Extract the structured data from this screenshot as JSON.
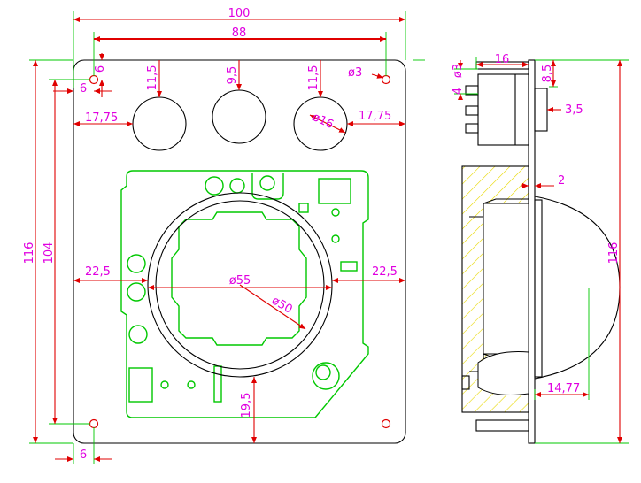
{
  "front_view": {
    "dim_width_100": "100",
    "dim_hole_spacing_88": "88",
    "dim_hole_offset_top_6": "6",
    "dim_hole_offset_left_6": "6",
    "dim_top_11_5_left": "11,5",
    "dim_top_9_5": "9,5",
    "dim_top_11_5_right": "11,5",
    "dim_hole_dia": "ø3",
    "dim_left_17_75": "17,75",
    "dim_right_17_75": "17,75",
    "dim_button_dia": "ø16",
    "dim_height_116": "116",
    "dim_height_104": "104",
    "dim_left_22_5": "22,5",
    "dim_right_22_5": "22,5",
    "dim_dia_55": "ø55",
    "dim_dia_50": "ø50",
    "dim_bottom_19_5": "19,5",
    "dim_bottom_hole_6": "6"
  },
  "side_view": {
    "dim_hole_dia": "ø3",
    "dim_4": "4",
    "dim_16": "16",
    "dim_8_5": "8,5",
    "dim_3_5": "3,5",
    "dim_2": "2",
    "dim_height_116": "116",
    "dim_14_77": "14,77"
  }
}
